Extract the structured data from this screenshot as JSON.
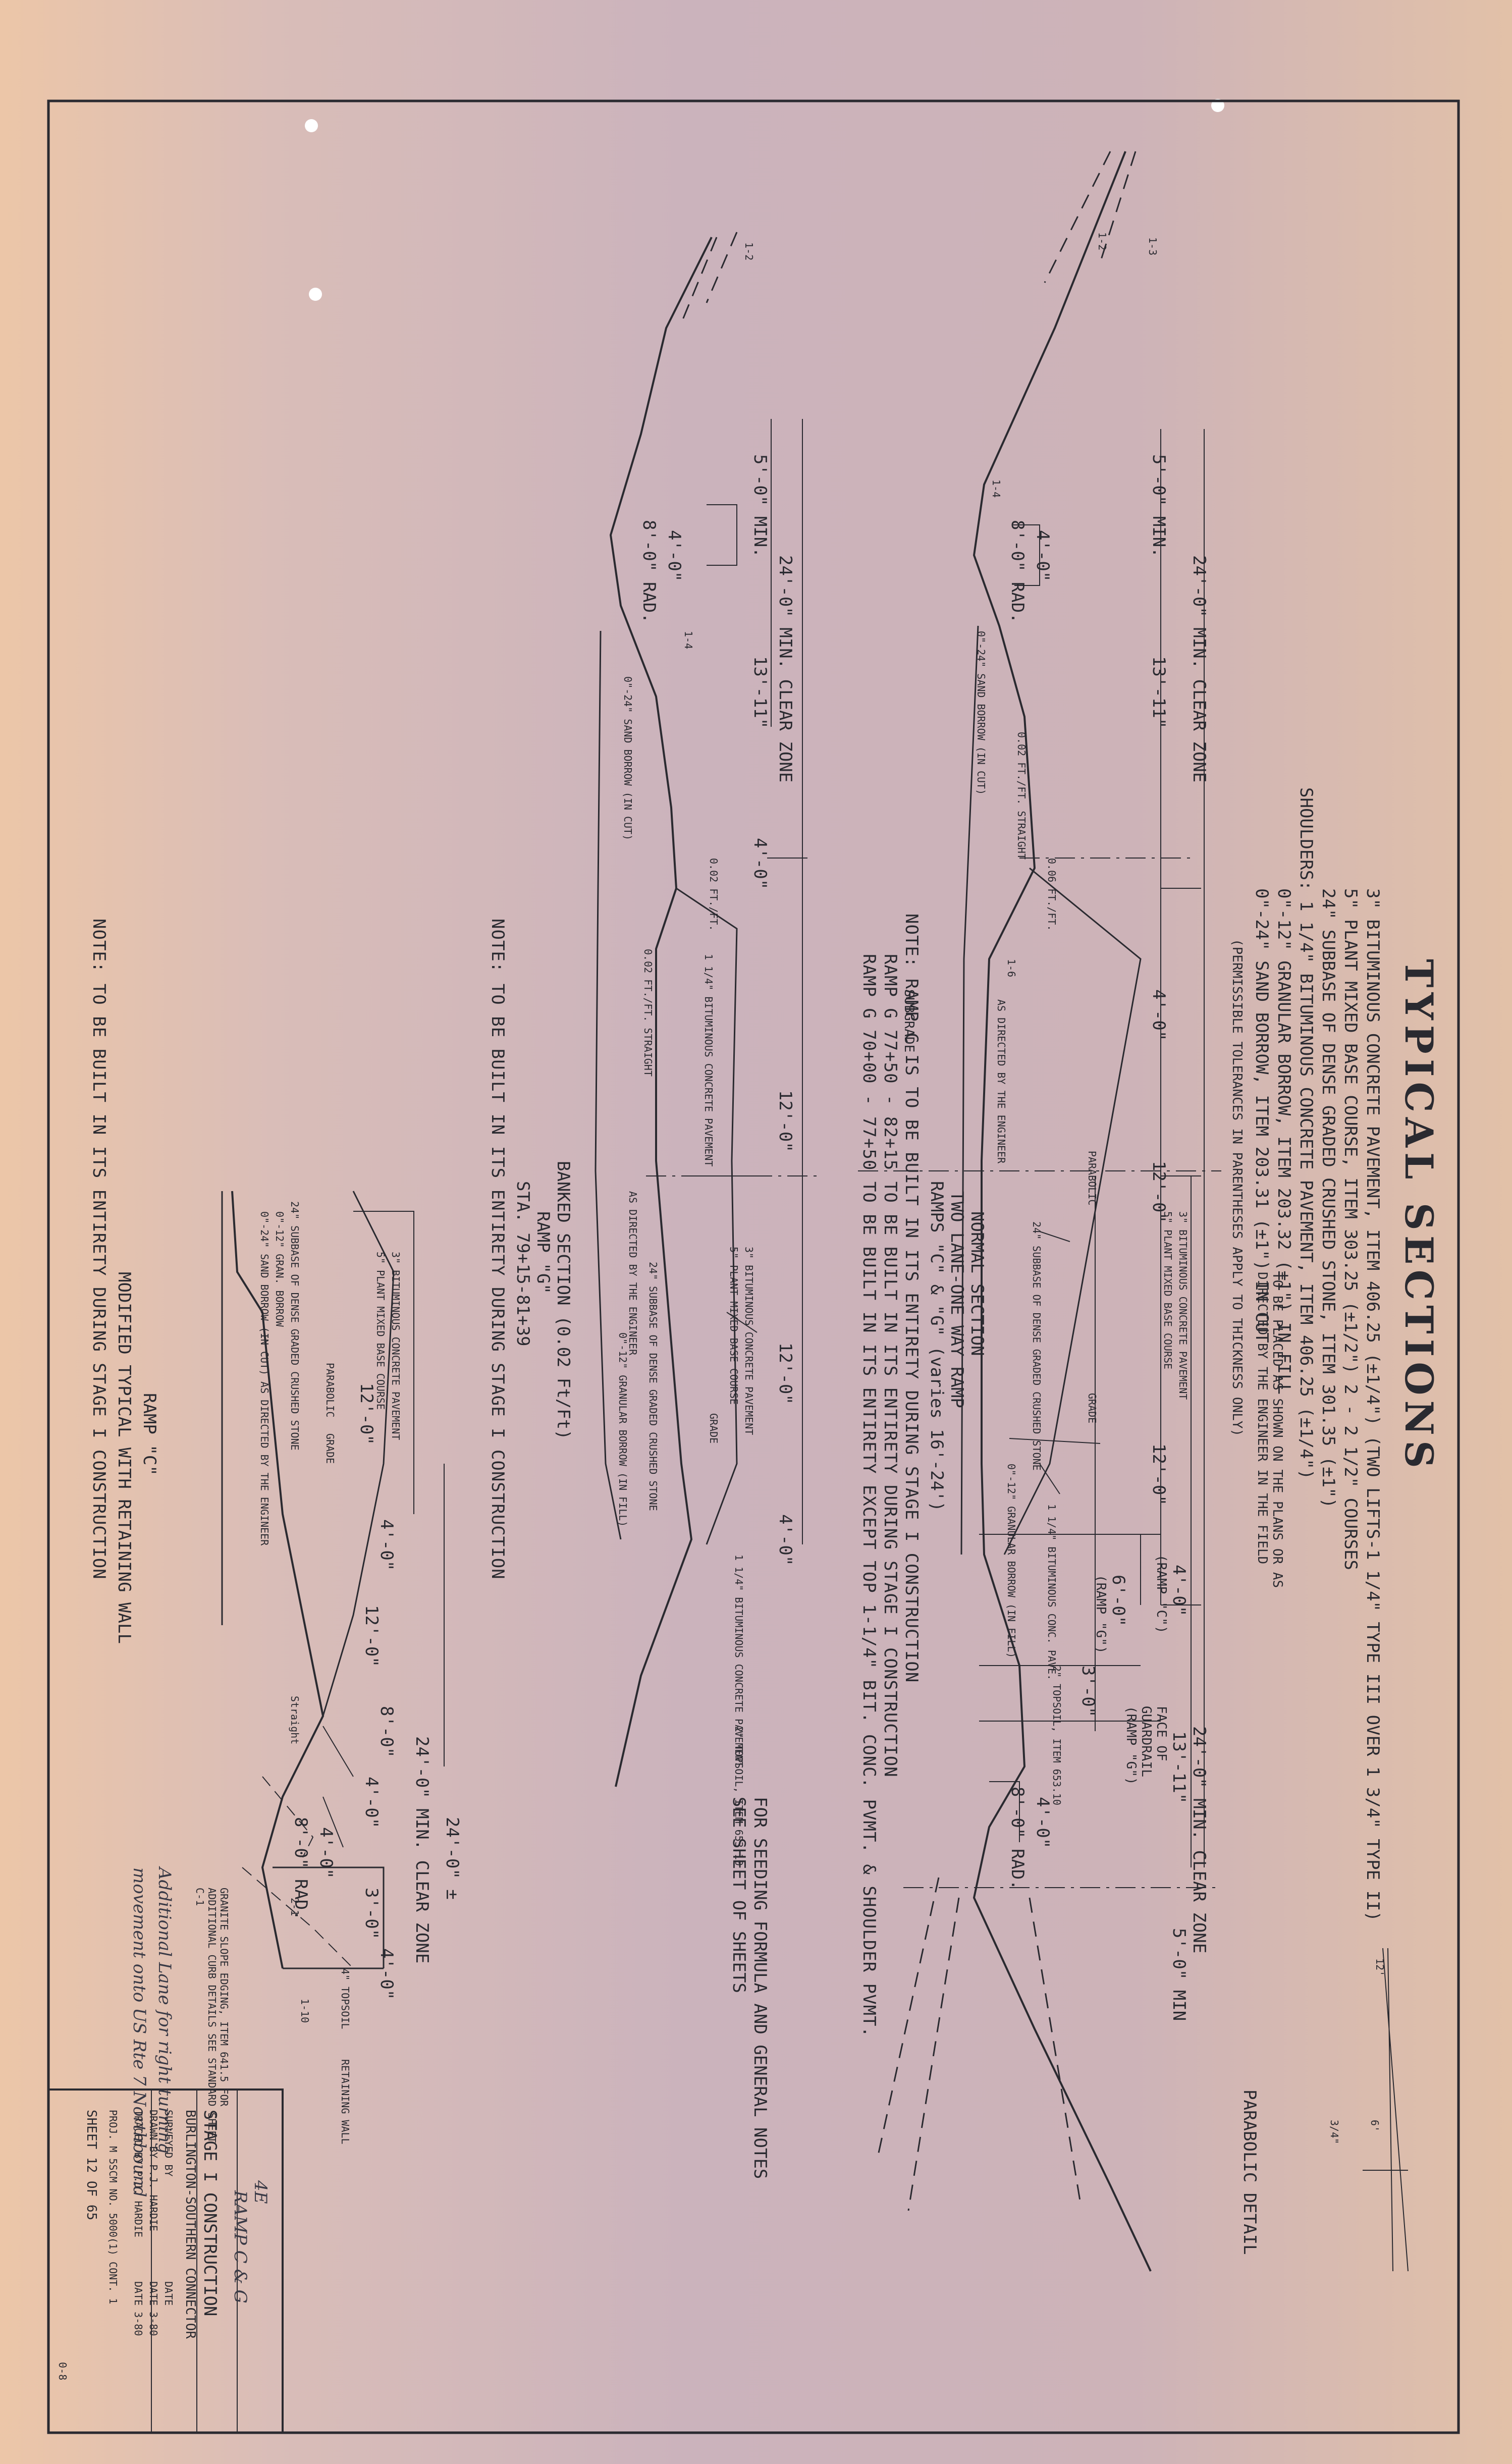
{
  "title": "TYPICAL   SECTIONS",
  "pavement_items": [
    "3\"  BITUMINOUS CONCRETE PAVEMENT, ITEM 406.25 (±1/4\") (TWO LIFTS-1 1/4\" TYPE III OVER 1 3/4\" TYPE II)",
    "5\"  PLANT MIXED BASE COURSE, ITEM 303.25 (±1/2\")  2 - 2 1/2\" COURSES",
    "24\"  SUBBASE OF DENSE GRADED CRUSHED STONE, ITEM 301.35 (±1\")",
    "SHOULDERS: 1 1/4\"  BITUMINOUS CONCRETE PAVEMENT, ITEM 406.25 (±1/4\")",
    "0\"-12\"  GRANULAR BORROW, ITEM 203.32 (±1\") IN FILL",
    "0\"-24\"  SAND BORROW, ITEM 203.31 (±1\") IN CUT"
  ],
  "placement_note": "TO BE PLACED AS SHOWN ON THE PLANS OR AS DIRECTED BY THE ENGINEER IN THE FIELD",
  "tolerance_note": "(PERMISSIBLE TOLERANCES IN PARENTHESES APPLY TO THICKNESS ONLY)",
  "section1": {
    "dims": [
      "24'-0\" MIN. CLEAR ZONE",
      "5'-0\" MIN.",
      "13'-11\"",
      "4'-0\"",
      "12'-0\"",
      "12'-0\"",
      "4'-0\"",
      "24'-0\" MIN. CLEAR ZONE",
      "13'-11\"",
      "5'-0\" MIN",
      "6'-0\"",
      "3'-0\""
    ],
    "ramp_labels": [
      "(RAMP \"C\")",
      "(RAMP \"G\")",
      "FACE OF GUARDRAIL (RAMP \"G\")"
    ],
    "radii": [
      "4'-0\"",
      "8'-0\" RAD.",
      "4'-0\"",
      "8'-0\" RAD."
    ],
    "callouts": [
      "SUBGRADE",
      "PARABOLIC",
      "GRADE",
      "3\" BITUMINOUS CONCRETE PAVEMENT",
      "5\" PLANT MIXED BASE COURSE",
      "24\" SUBBASE OF DENSE GRADED CRUSHED STONE",
      "AS DIRECTED BY THE ENGINEER",
      "0\"-12\" GRANULAR BORROW (IN FILL)",
      "0\"-24\" SAND BORROW (IN CUT)",
      "0.02 FT./FT. STRAIGHT",
      "0.06 FT./FT.",
      "1 1/4\" BITUMINOUS CONC. PAVE.",
      "2\" TOPSOIL, ITEM 653.10",
      "1-6",
      "1-4",
      "1-3",
      "1-2"
    ],
    "caption": [
      "NORMAL SECTION",
      "TWO LANE-ONE WAY RAMP",
      "RAMPS \"C\" & \"G\" (varies 16'-24')"
    ]
  },
  "note_ramp_c": [
    "NOTE: RAMP C IS TO BE BUILT IN ITS ENTIRETY DURING STAGE I CONSTRUCTION",
    "RAMP G  77+50 - 82+15 TO BE BUILT IN ITS ENTIRETY DURING STAGE I CONSTRUCTION",
    "RAMP G  70+00 - 77+50 TO BE BUILT IN ITS ENTIRETY EXCEPT TOP 1-1/4\" BIT. CONC. PVMT. & SHOULDER PVMT."
  ],
  "seeding_note": [
    "FOR SEEDING FORMULA AND GENERAL NOTES",
    "SEE SHEET       OF       SHEETS"
  ],
  "section2": {
    "dims": [
      "24'-0\" MIN. CLEAR ZONE",
      "5'-0\" MIN.",
      "13'-11\"",
      "4'-0\"",
      "12'-0\"",
      "12'-0\"",
      "4'-0\""
    ],
    "radii": [
      "4'-0\"",
      "8'-0\" RAD."
    ],
    "callouts": [
      "1 1/4\" BITUMINOUS CONCRETE PAVEMENT",
      "0.02 FT./FT.",
      "0.02 FT./FT. STRAIGHT",
      "0\"-24\" SAND BORROW (IN CUT)",
      "AS DIRECTED BY THE ENGINEER",
      "3\" BITUMINOUS CONCRETE PAVEMENT",
      "5\" PLANT MIXED BASE COURSE",
      "24\" SUBBASE OF DENSE GRADED CRUSHED STONE",
      "0\"-12\" GRANULAR BORROW (IN FILL)",
      "GRADE",
      "1 1/4\" BITUMINOUS CONCRETE PAVEMENT",
      "2\" TOPSOIL, ITEM 653.10",
      "1-4",
      "1-2"
    ],
    "caption": [
      "BANKED SECTION (0.02 Ft/Ft)",
      "RAMP \"G\"",
      "STA. 79+15-81+39"
    ]
  },
  "note_banked": "NOTE: TO BE BUILT IN ITS ENTIRETY DURING STAGE I CONSTRUCTION",
  "section3": {
    "dims": [
      "12'-0\"",
      "4'-0\"",
      "12'-0\"",
      "8'-0\"",
      "4'-0\"",
      "3'-0\"",
      "24'-0\" MIN. CLEAR ZONE",
      "24'-0\" ±",
      "4'-0\""
    ],
    "radii": [
      "4'-0\"",
      "8'-0\" RAD."
    ],
    "callouts": [
      "3\" BITUMINOUS CONCRETE PAVEMENT",
      "5\" PLANT MIXED BASE COURSE",
      "24\" SUBBASE OF DENSE GRADED CRUSHED STONE",
      "0\"-12\" GRAN. BORROW",
      "0\"-24\" SAND BORROW (IN CUT) AS DIRECTED BY THE ENGINEER",
      "PARABOLIC",
      "GRADE",
      "GRANITE SLOPE EDGING, ITEM 641.5 FOR ADDITIONAL CURB DETAILS SEE STANDARD SHEET C-1",
      "4\" TOPSOIL",
      "RETAINING WALL",
      "1-10",
      "2-1",
      "Straight"
    ],
    "caption": [
      "RAMP \"C\"",
      "MODIFIED TYPICAL WITH RETAINING WALL"
    ],
    "handwritten": [
      "Additional Lane for right turning",
      "movement onto US Rte 7 Northbound"
    ]
  },
  "note_retaining": "NOTE: TO BE BUILT IN ITS ENTIRETY DURING STAGE I CONSTRUCTION",
  "parabolic_detail": {
    "label": "PARABOLIC DETAIL",
    "marks": [
      "12'",
      "3/4\"",
      "6'"
    ]
  },
  "title_block": {
    "handwritten_id": "RAMP C & G",
    "handwritten_mark": "4E",
    "project_title": "STAGE I CONSTRUCTION",
    "project_name": "BURLINGTON-SOUTHERN CONNECTOR",
    "surveyed_by": "SURVEYED BY",
    "designed_by": "DRAWN BY  P.J. HARDIE",
    "traced_by": "TRACED BY  P.J. HARDIE",
    "date_labels": [
      "DATE",
      "DATE  3-80",
      "DATE  3-80"
    ],
    "project_no": "PROJ. M 5SCM NO. 5000(1) CONT. 1",
    "sheet": "SHEET  12  OF  65",
    "sheet_no": "0-8"
  },
  "colors": {
    "paper": "#d0b6bc",
    "ink": "#2a2a30",
    "edge": "#ecc6a8"
  }
}
